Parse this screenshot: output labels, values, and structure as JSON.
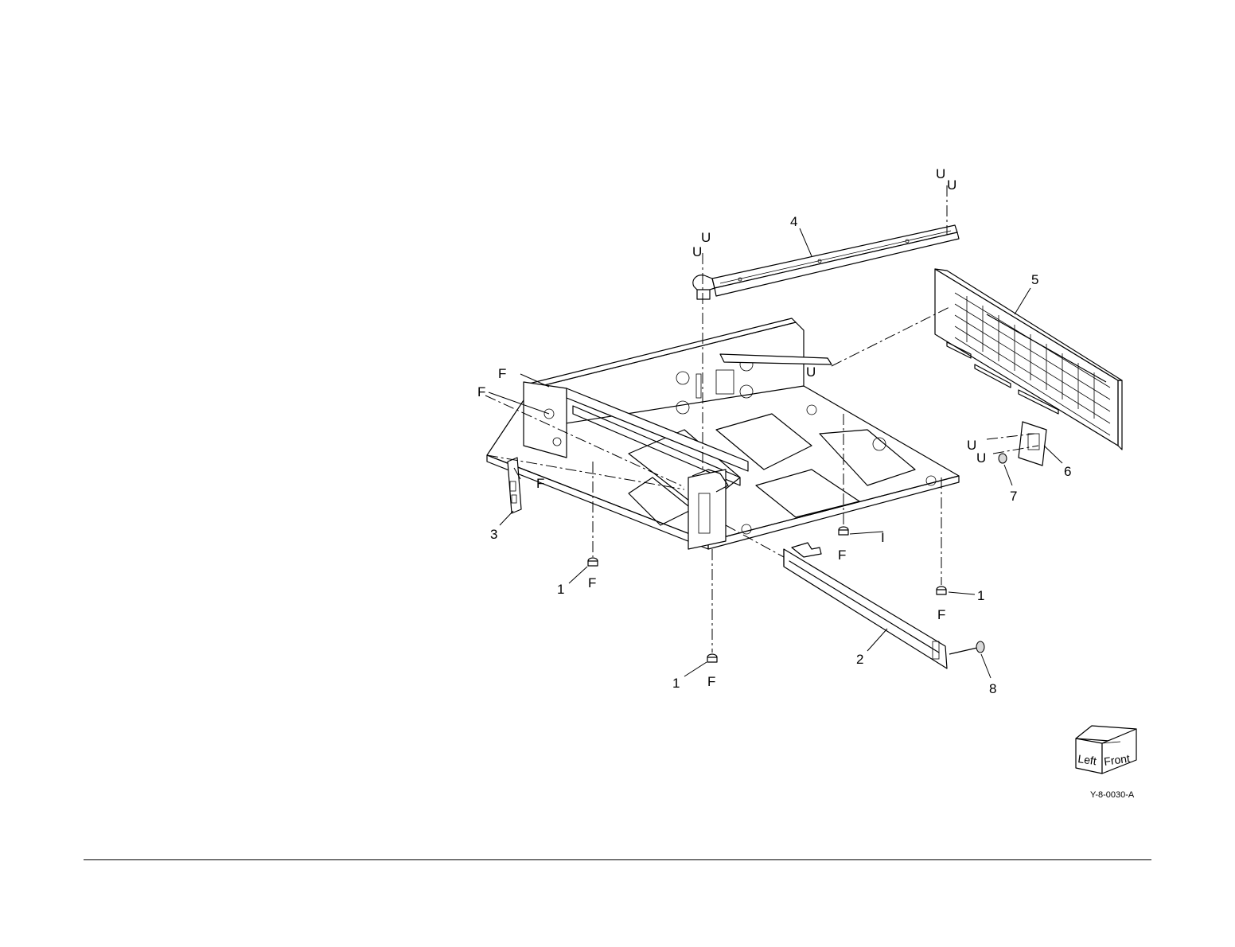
{
  "diagram": {
    "part_labels": {
      "p1a": "1",
      "p1b": "1",
      "p1c": "1",
      "p2": "2",
      "p3": "3",
      "p4": "4",
      "p5": "5",
      "p6": "6",
      "p7": "7",
      "p8": "8"
    },
    "fastener_labels": {
      "u1": "U",
      "u2": "U",
      "u3": "U",
      "u4": "U",
      "u5": "U",
      "u6": "U",
      "u7": "U",
      "f1": "F",
      "f2": "F",
      "f3": "F",
      "f4": "F",
      "f5": "F",
      "f6": "F",
      "f7": "F",
      "i1": "I"
    },
    "orientation_cube": {
      "left": "Left",
      "front": "Front"
    },
    "figure_id": "Y-8-0030-A"
  }
}
